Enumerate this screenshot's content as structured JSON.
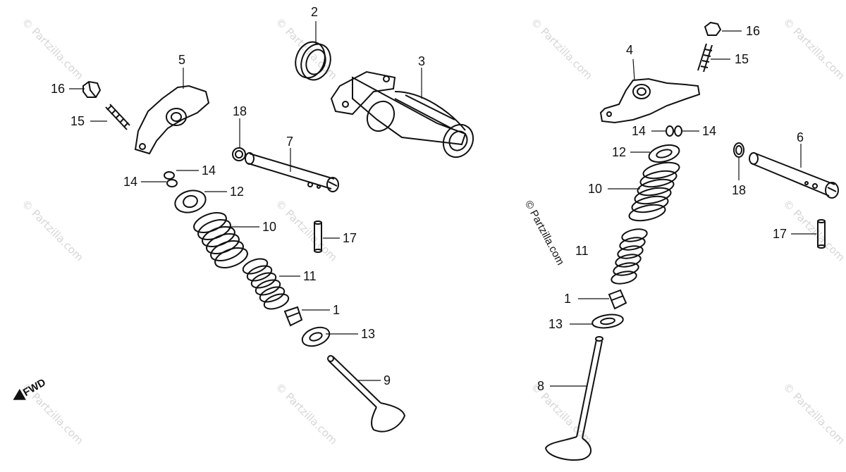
{
  "watermark": "© Partzilla.com",
  "fwd_label": "FWD",
  "labels": {
    "l2": "2",
    "l3": "3",
    "l5": "5",
    "l16a": "16",
    "l15a": "15",
    "l18a": "18",
    "l7": "7",
    "l14a": "14",
    "l14b": "14",
    "l12a": "12",
    "l10a": "10",
    "l17a": "17",
    "l11a": "11",
    "l1a": "1",
    "l13a": "13",
    "l9": "9",
    "l16b": "16",
    "l15b": "15",
    "l4": "4",
    "l14c": "14",
    "l14d": "14",
    "l6": "6",
    "l12b": "12",
    "l10b": "10",
    "l18b": "18",
    "l17b": "17",
    "l11b": "11",
    "l1b": "1",
    "l13b": "13",
    "l8": "8"
  },
  "part_icons": [
    "valve-guide-seal-icon",
    "camshaft-seal-icon",
    "camshaft-icon",
    "rocker-arm-icon",
    "rocker-arm-shaft-icon",
    "exhaust-valve-icon",
    "intake-valve-icon",
    "valve-spring-outer-icon",
    "valve-spring-inner-icon",
    "valve-cotter-icon",
    "spring-retainer-icon",
    "spring-seat-icon",
    "adjusting-screw-icon",
    "lock-nut-icon",
    "dowel-pin-icon",
    "o-ring-icon"
  ]
}
